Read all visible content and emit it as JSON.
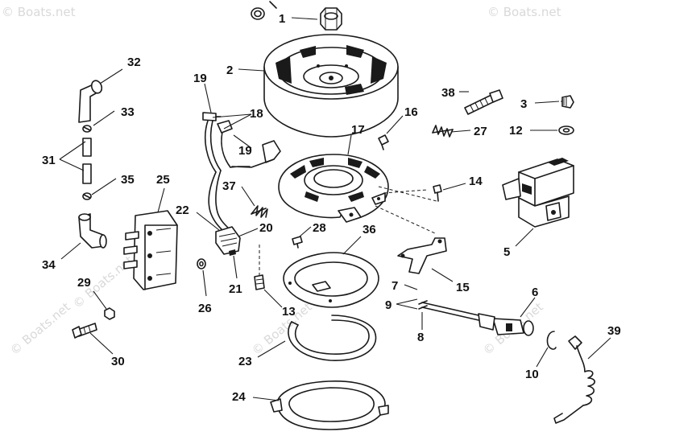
{
  "watermarks": [
    "© Boats.net",
    "© Boats.net",
    "© Boats.net",
    "© Boats.net",
    "© Boats.net",
    "© Boats.net"
  ],
  "callouts": {
    "c1": "1",
    "c2": "2",
    "c3": "3",
    "c5": "5",
    "c6": "6",
    "c7": "7",
    "c8": "8",
    "c9": "9",
    "c10": "10",
    "c12": "12",
    "c13": "13",
    "c14": "14",
    "c15": "15",
    "c16": "16",
    "c17": "17",
    "c18": "18",
    "c19a": "19",
    "c19b": "19",
    "c20": "20",
    "c21": "21",
    "c22": "22",
    "c23": "23",
    "c24": "24",
    "c25": "25",
    "c26": "26",
    "c27": "27",
    "c28": "28",
    "c29": "29",
    "c30": "30",
    "c31": "31",
    "c32": "32",
    "c33": "33",
    "c34": "34",
    "c35": "35",
    "c36": "36",
    "c37": "37",
    "c38": "38",
    "c39": "39"
  }
}
